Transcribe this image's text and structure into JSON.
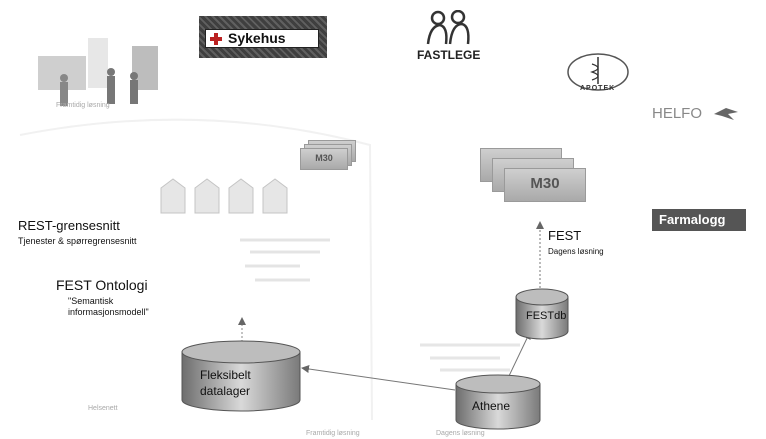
{
  "logos": {
    "sykehus": "Sykehus",
    "fastlege": "FASTLEGE",
    "apotek": "APOTEK",
    "helfo": "HELFO",
    "farmalogg": "Farmalogg"
  },
  "faint_labels": {
    "users": "Framtidig løsning",
    "left_bottom": "Helsenett",
    "future": "Framtidig løsning",
    "current": "Dagens løsning"
  },
  "documents": {
    "small": "M30",
    "large": "M30"
  },
  "rest": {
    "title": "REST-grensesnitt",
    "subtitle": "Tjenester & spørregrensesnitt"
  },
  "ontology": {
    "title": "FEST Ontologi",
    "line1": "\"Semantisk",
    "line2": "informasjonsmodell\""
  },
  "fest": {
    "title": "FEST",
    "subtitle": "Dagens løsning"
  },
  "databases": {
    "festdb": "FESTdb",
    "fleksibelt_1": "Fleksibelt",
    "fleksibelt_2": "datalager",
    "athene": "Athene"
  },
  "colors": {
    "cylinder_dark": "#6d6d6d",
    "cylinder_light": "#d9d9d9",
    "farmalogg_bg": "#555555"
  }
}
